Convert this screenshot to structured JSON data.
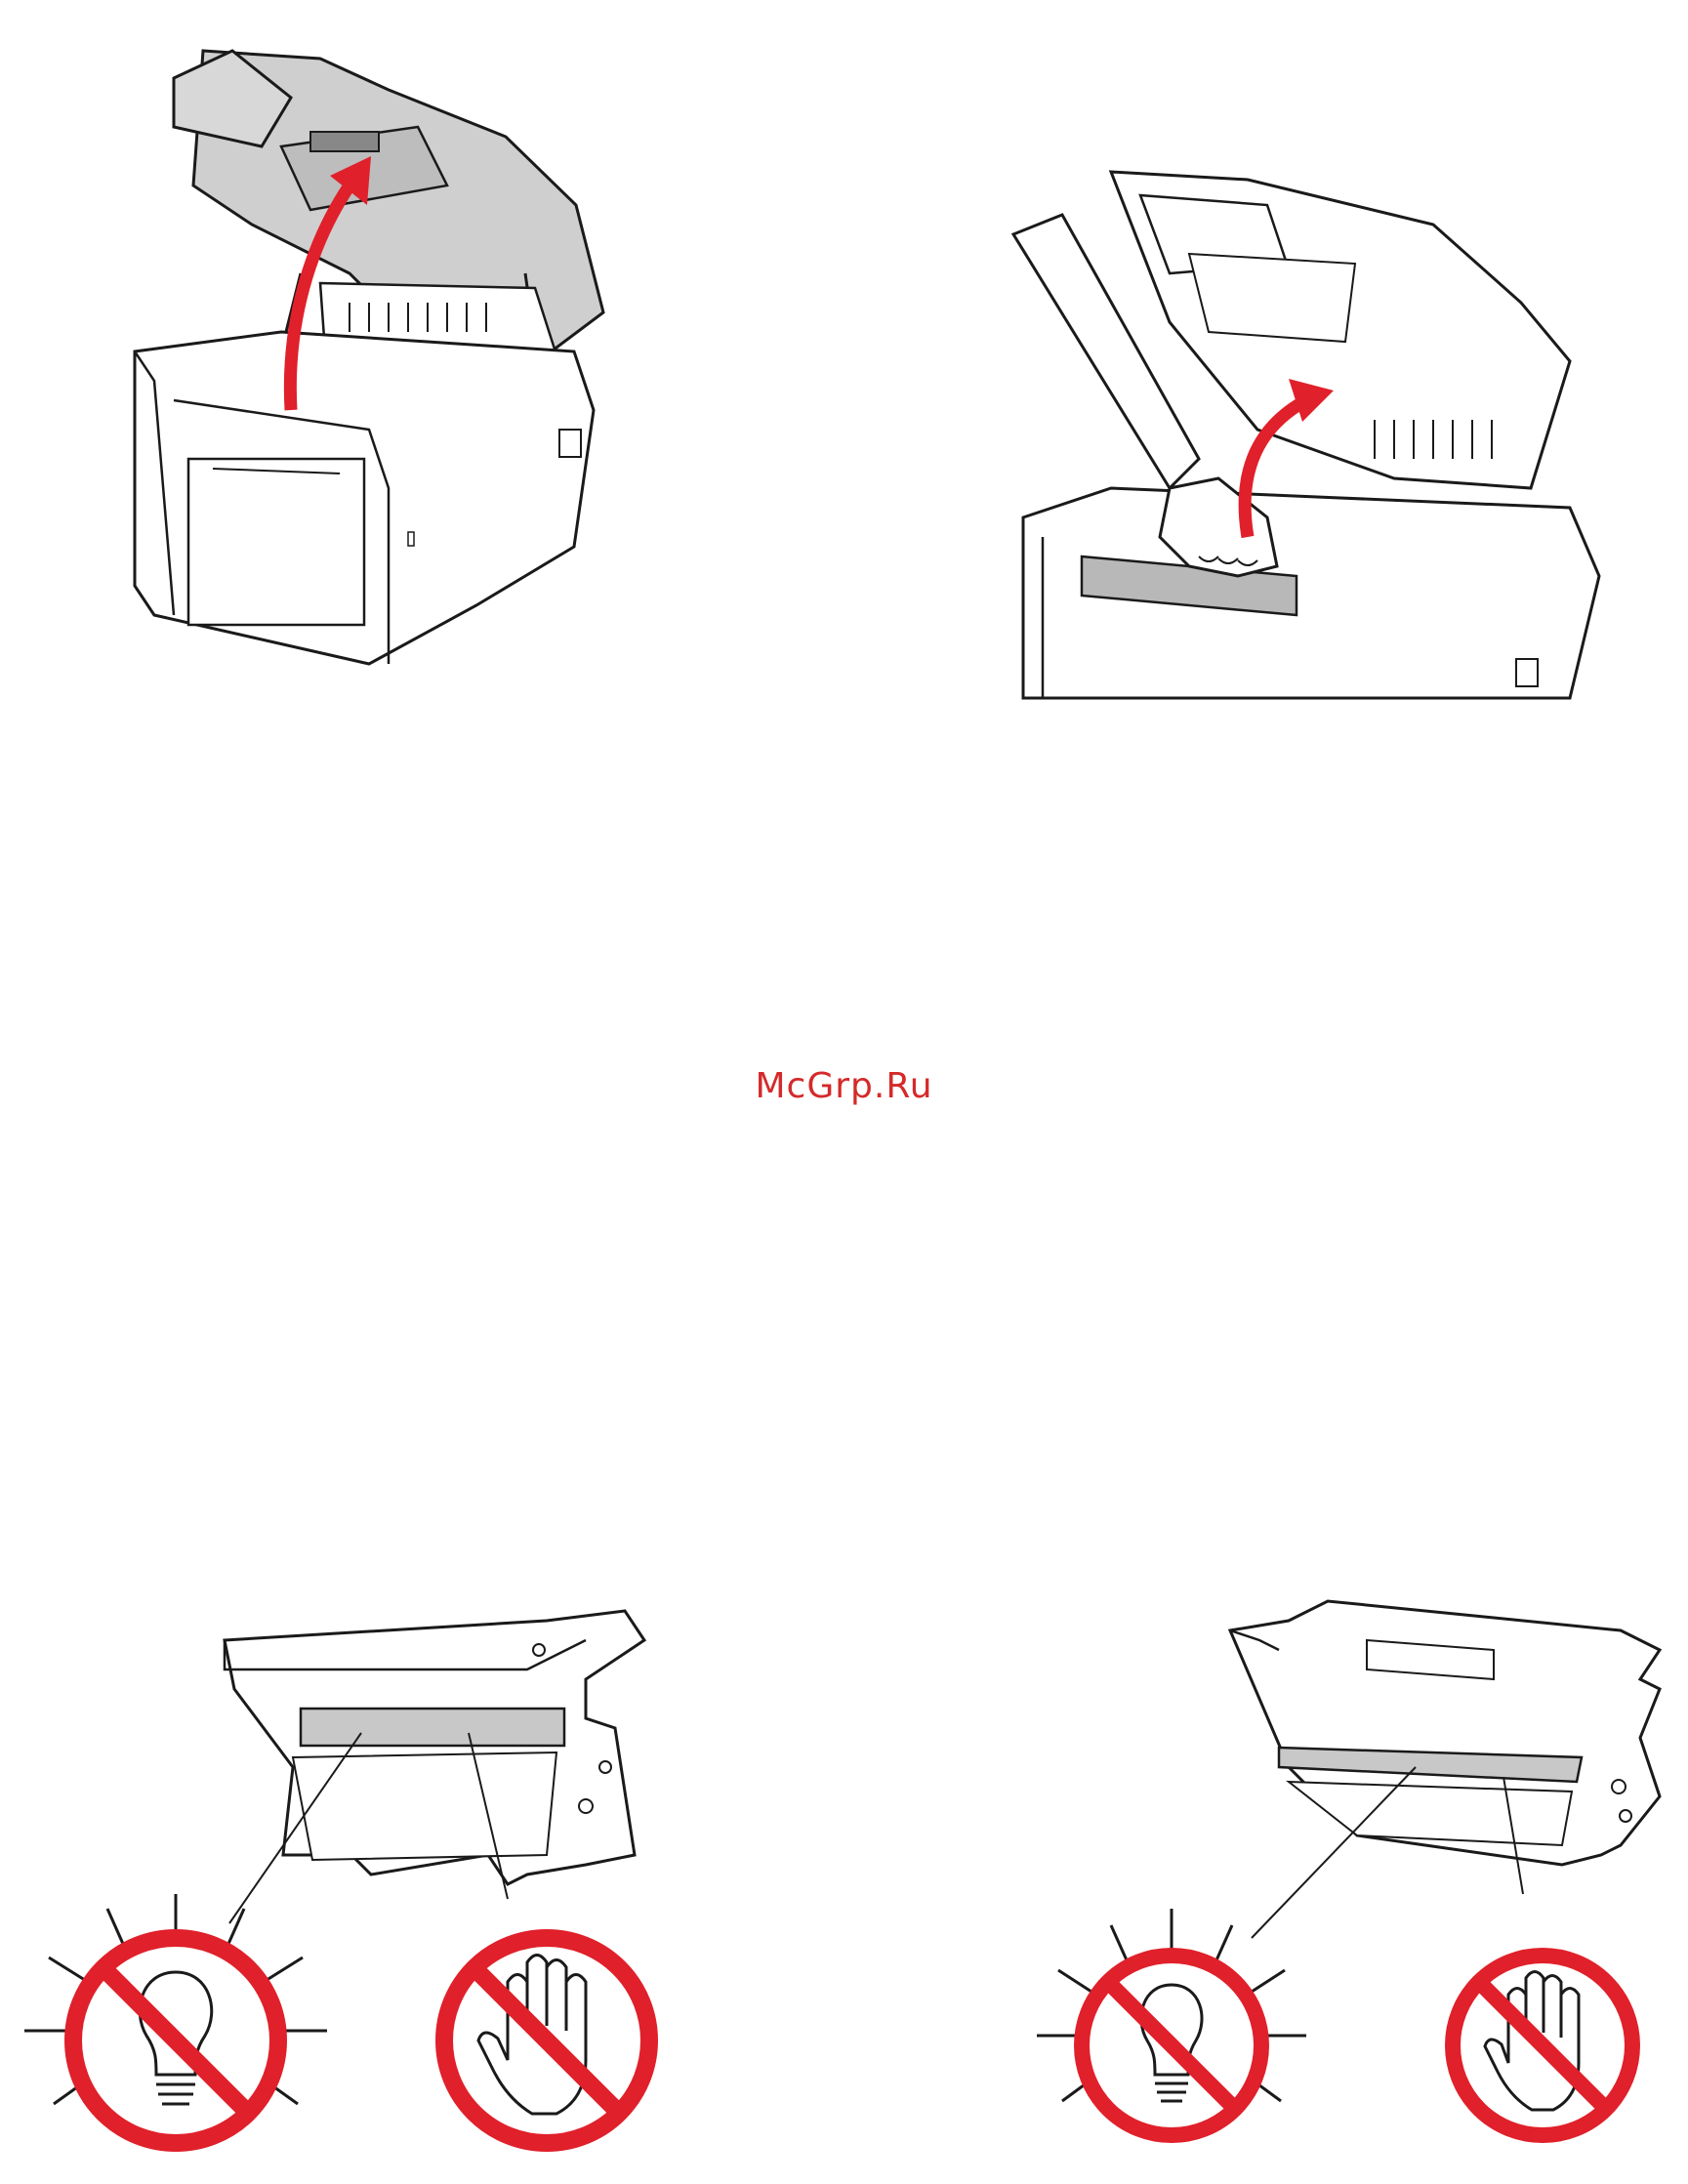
{
  "watermark": {
    "text": "McGrp.Ru",
    "color": "#d52a2a"
  },
  "colors": {
    "accent_red": "#e0202a",
    "line": "#1a1a1a",
    "fill_gray": "#c8c8c8",
    "body_fill": "#ffffff"
  },
  "figures": [
    {
      "id": "open-lid",
      "icon": "printer-open-lid-illustration",
      "arrow": "red-curved-arrow-up"
    },
    {
      "id": "remove-drum",
      "icon": "hands-lifting-drum-illustration",
      "arrow": "red-curved-arrow-up"
    },
    {
      "id": "drum-left",
      "icon": "drum-unit-illustration",
      "warnings": [
        "no-light-icon",
        "no-touch-icon"
      ]
    },
    {
      "id": "drum-right",
      "icon": "drum-unit-illustration",
      "warnings": [
        "no-light-icon",
        "no-touch-icon"
      ]
    }
  ]
}
